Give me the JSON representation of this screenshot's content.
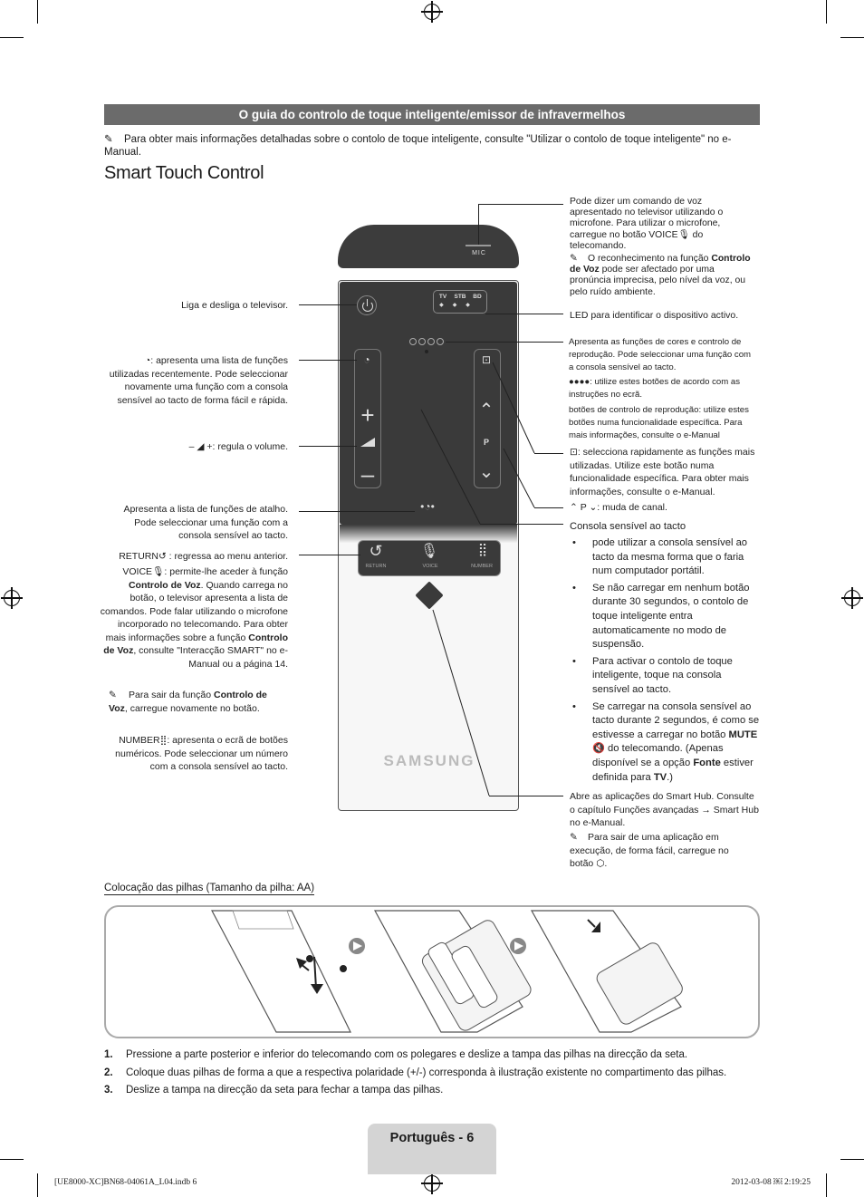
{
  "section_title": "O guia do controlo de toque inteligente/emissor de infravermelhos",
  "intro_note": "Para obter mais informações detalhadas sobre o contolo de toque inteligente, consulte \"Utilizar o contolo de toque inteligente\" no e-Manual.",
  "heading": "Smart Touch Control",
  "remote": {
    "mic": "MIC",
    "led_labels": [
      "TV",
      "STB",
      "BD"
    ],
    "channel_p": "P",
    "bottom_buttons": [
      "RETURN",
      "VOICE",
      "NUMBER"
    ],
    "brand": "SAMSUNG"
  },
  "left_labels": {
    "power": "Liga e desliga o televisor.",
    "recent": "apresenta uma lista de funções utilizadas recentemente. Pode seleccionar novamente uma função com a consola sensível ao tacto de forma fácil e rápida.",
    "volume_prefix": "–",
    "volume_plus": "+",
    "volume": ": regula o volume.",
    "shortcut": "Apresenta a lista de funções de atalho. Pode seleccionar uma função com a consola sensível ao tacto.",
    "return_key": "RETURN",
    "return": ": regressa ao menu anterior.",
    "voice_key": "VOICE",
    "voice_a": ": permite-lhe aceder à função",
    "voice_b": "Controlo de Voz",
    "voice_c": ". Quando carrega no botão, o televisor apresenta a lista de comandos. Pode falar utilizando o microfone incorporado no telecomando. Para obter mais informações sobre a função",
    "voice_d": "Controlo de Voz",
    "voice_e": ", consulte \"Interacção SMART\" no e-Manual ou a página 14.",
    "voice_note_a": "Para sair da função",
    "voice_note_b": "Controlo de Voz",
    "voice_note_c": ", carregue novamente no botão.",
    "number_key": "NUMBER",
    "number": ": apresenta o ecrã de botões numéricos. Pode seleccionar um número com a consola sensível ao tacto."
  },
  "right_labels": {
    "mic_a": "Pode dizer um comando de voz apresentado no televisor utilizando o microfone. Para utilizar o microfone, carregue no botão",
    "mic_key": "VOICE",
    "mic_b": "do telecomando.",
    "mic_note_a": "O reconhecimento na função",
    "mic_note_b": "Controlo de Voz",
    "mic_note_c": "pode ser afectado por uma pronúncia imprecisa, pelo nível da voz, ou pelo ruído ambiente.",
    "led": "LED para identificar o dispositivo activo.",
    "colors_1": "Apresenta as funções de cores e controlo de reprodução. Pode seleccionar uma função com a consola sensível ao tacto.",
    "colors_2": ": utilize estes botões de acordo com as instruções no ecrã.",
    "colors_3": "botões de controlo de reprodução: utilize estes botões numa funcionalidade específica. Para mais informações, consulte o e-Manual",
    "tools": ": selecciona rapidamente as funções mais utilizadas. Utilize este botão numa funcionalidade específica. Para obter mais informações, consulte o e-Manual.",
    "channel_p": "P",
    "channel": ": muda de canal.",
    "touchpad_title": "Consola sensível ao tacto",
    "touchpad_bullets": [
      "pode utilizar a consola sensível ao tacto da mesma forma que o faria num computador portátil.",
      "Se não carregar em nenhum botão durante 30 segundos, o contolo de toque inteligente entra automaticamente no modo de suspensão.",
      "Para activar o contolo de toque inteligente, toque na consola sensível ao tacto."
    ],
    "touchpad_last_a": "Se carregar na consola sensível ao tacto durante 2 segundos, é como se estivesse a carregar no botão",
    "touchpad_last_mute": "MUTE",
    "touchpad_last_b": "do telecomando. (Apenas disponível se a opção",
    "touchpad_last_fonte": "Fonte",
    "touchpad_last_c": "estiver definida para",
    "touchpad_last_tv": "TV",
    "touchpad_last_d": ".)",
    "hub": "Abre as aplicações do Smart Hub. Consulte o capítulo Funções avançadas → Smart Hub no e-Manual.",
    "hub_note": "Para sair de uma aplicação em execução, de forma fácil, carregue no botão"
  },
  "battery": {
    "title": "Colocação das pilhas (Tamanho da pilha: AA)",
    "steps": [
      {
        "n": "1.",
        "text": "Pressione a parte posterior e inferior do telecomando com os polegares e deslize a tampa das pilhas na direcção da seta."
      },
      {
        "n": "2.",
        "text": "Coloque duas pilhas de forma a que a respectiva polaridade (+/-) corresponda à ilustração existente no compartimento das pilhas."
      },
      {
        "n": "3.",
        "text": "Deslize a tampa na direcção da seta para fechar a tampa das pilhas."
      }
    ]
  },
  "page_tab": "Português - 6",
  "footer_left": "[UE8000-XC]BN68-04061A_L04.indb   6",
  "footer_right": "2012-03-08   ￼ 2:19:25"
}
